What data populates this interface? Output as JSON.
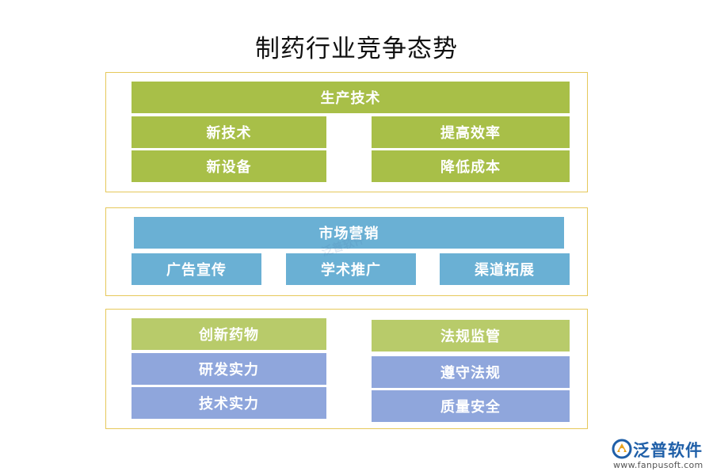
{
  "title": "制药行业竞争态势",
  "section1": {
    "header": "生产技术",
    "left_items": [
      "新技术",
      "新设备"
    ],
    "right_items": [
      "提高效率",
      "降低成本"
    ]
  },
  "section2": {
    "header": "市场营销",
    "items": [
      "广告宣传",
      "学术推广",
      "渠道拓展"
    ]
  },
  "section3": {
    "left_header": "创新药物",
    "left_items": [
      "研发实力",
      "技术实力"
    ],
    "right_header": "法规监管",
    "right_items": [
      "遵守法规",
      "质量安全"
    ]
  },
  "watermark": "泛普软件",
  "brand": {
    "name": "泛普软件",
    "url": "www.fanpusoft.com"
  },
  "colors": {
    "border": "#e6c85a",
    "green": "#a8bf48",
    "light_green": "#b8cb6a",
    "blue": "#6ab0d4",
    "lavender": "#8fa6dc",
    "brand": "#1f5fa8"
  }
}
